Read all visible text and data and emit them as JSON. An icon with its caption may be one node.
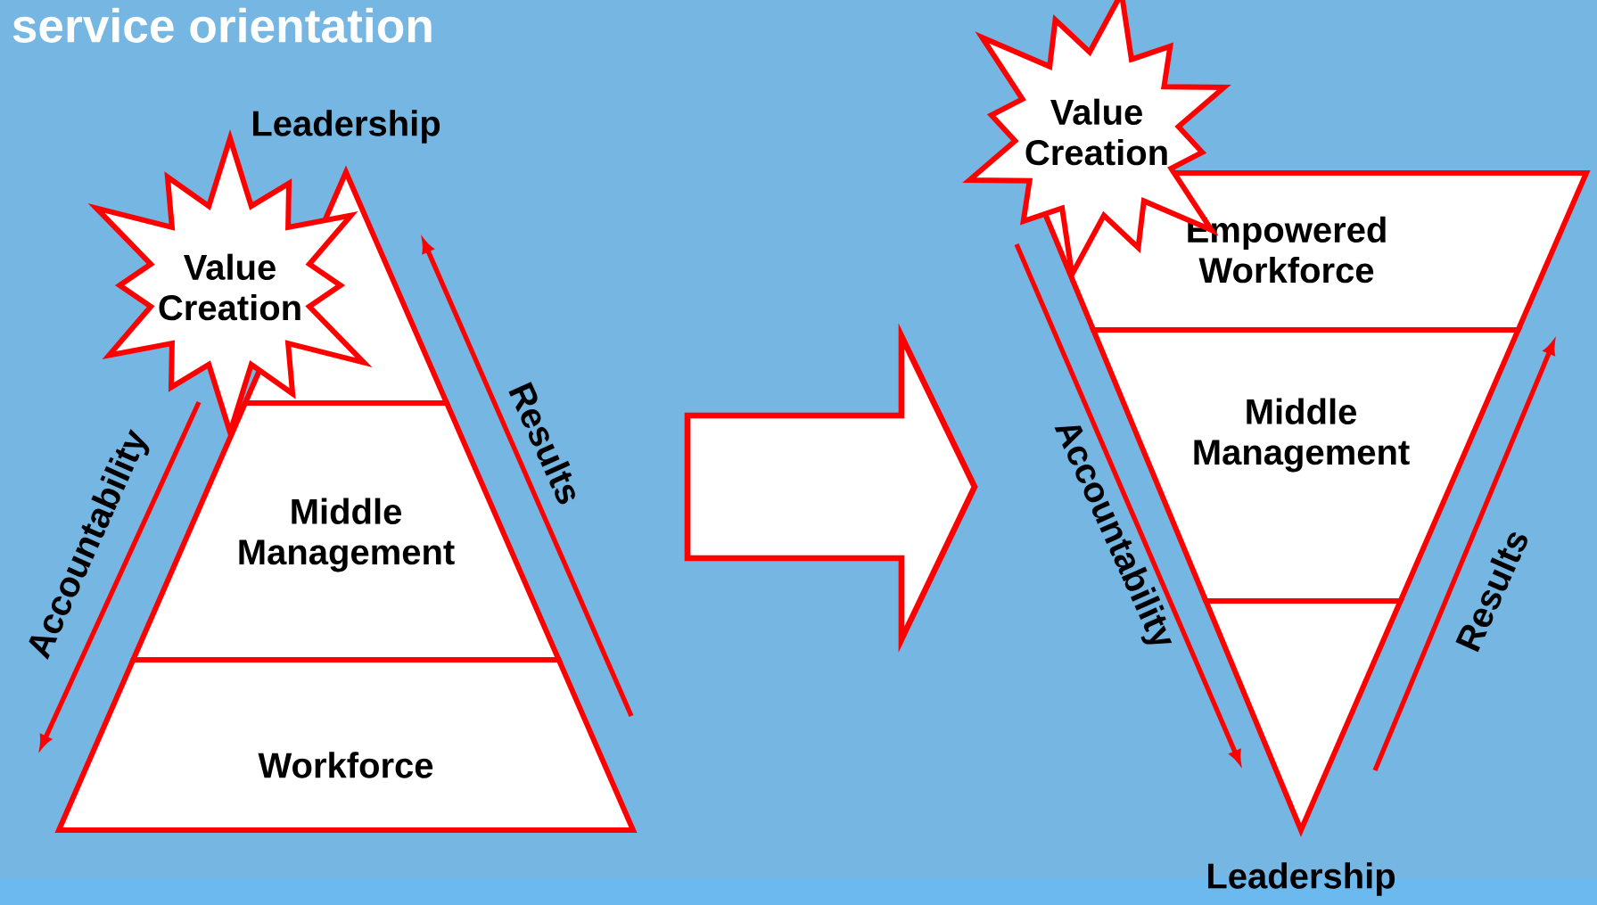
{
  "diagram": {
    "title": "service orientation",
    "nodes": [
      {
        "text": [
          "Leadership"
        ]
      },
      {
        "text": [
          "Middle Management"
        ]
      },
      {
        "text": [
          "Workforce"
        ]
      },
      {
        "text": [
          "Value Creation"
        ]
      },
      {
        "text": [
          "Empowered Workforce"
        ]
      },
      {
        "text": [
          "Middle Management"
        ]
      },
      {
        "text": [
          "Leadership"
        ]
      },
      {
        "text": [
          "Value Creation"
        ]
      },
      {
        "text": [],
        "shape": "arrow"
      }
    ],
    "edges": [],
    "labels": [
      "Accountability",
      "Results",
      "Accountability",
      "Results"
    ]
  }
}
